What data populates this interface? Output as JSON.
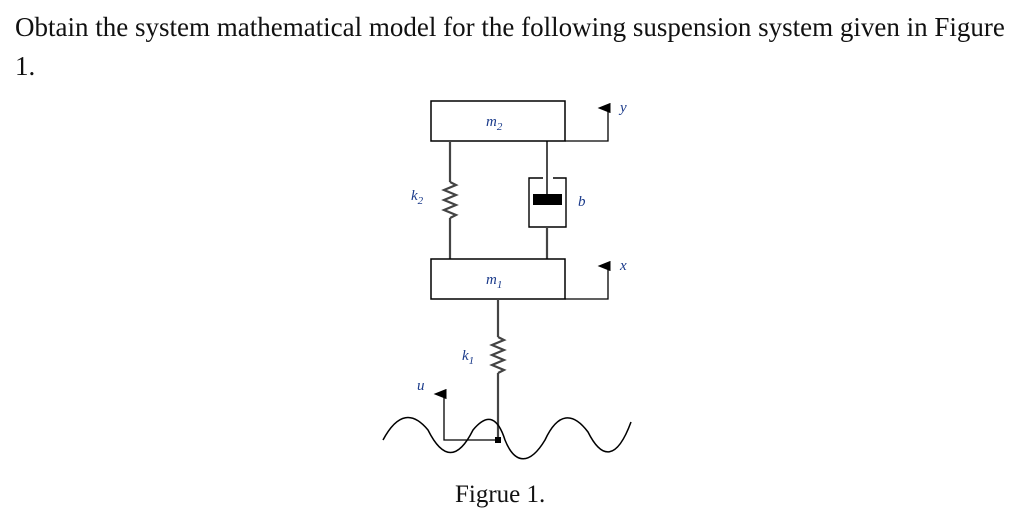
{
  "question": {
    "text": "Obtain the system mathematical model for the following suspension system given in Figure 1."
  },
  "figure": {
    "caption": "Figrue 1.",
    "mass_upper": {
      "label": "m",
      "subscript": "2"
    },
    "mass_lower": {
      "label": "m",
      "subscript": "1"
    },
    "spring_upper": {
      "label": "k",
      "subscript": "2"
    },
    "spring_lower": {
      "label": "k",
      "subscript": "1"
    },
    "damper": {
      "label": "b"
    },
    "displacement_upper": {
      "label": "y"
    },
    "displacement_lower": {
      "label": "x"
    },
    "road_input": {
      "label": "u"
    }
  }
}
